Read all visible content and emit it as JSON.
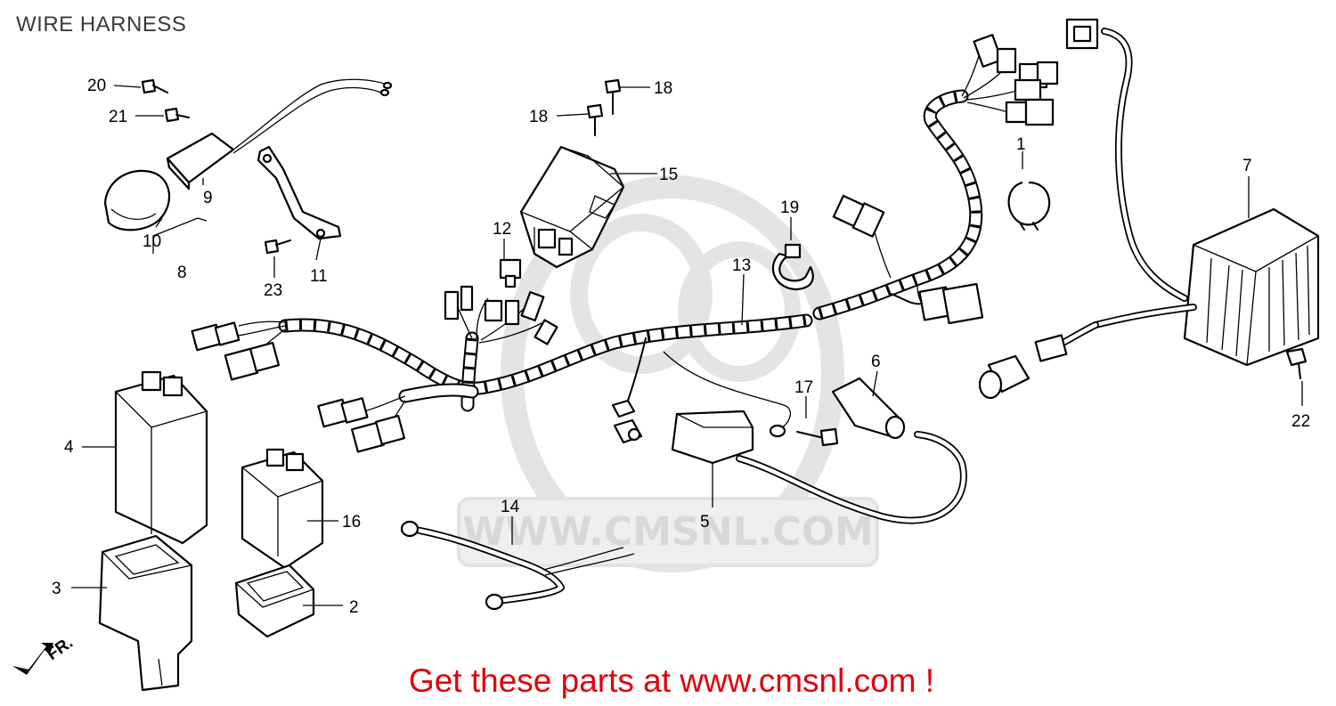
{
  "page_title": "WIRE HARNESS",
  "footer_text": "Get these parts at www.cmsnl.com !",
  "watermark_text": "WWW.CMSNL.COM",
  "direction_label": "FR.",
  "colors": {
    "footer": "#e0000c",
    "watermark": "#d8d8d8",
    "line": "#000000"
  },
  "callouts": {
    "c1": "1",
    "c2": "2",
    "c3": "3",
    "c4": "4",
    "c5": "5",
    "c6": "6",
    "c7": "7",
    "c8": "8",
    "c9": "9",
    "c10": "10",
    "c11": "11",
    "c12": "12",
    "c13": "13",
    "c14": "14",
    "c15": "15",
    "c16": "16",
    "c17": "17",
    "c18a": "18",
    "c18b": "18",
    "c19": "19",
    "c20": "20",
    "c21": "21",
    "c22": "22",
    "c23": "23"
  }
}
